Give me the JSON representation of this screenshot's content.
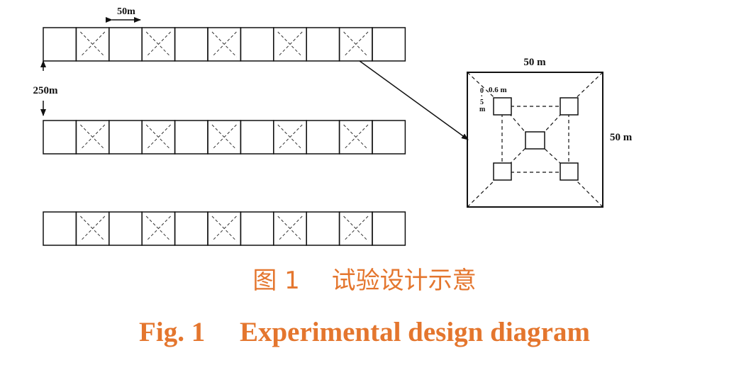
{
  "diagram": {
    "rows": 3,
    "cells_per_row": 11,
    "plot_positions": [
      1,
      3,
      5,
      7,
      9
    ],
    "cell_width_label": "50m",
    "row_spacing_label": "250m",
    "detail": {
      "width_label": "50 m",
      "height_label": "50 m",
      "quadrat_size_label": "0.6 m",
      "quadrat_offset_label": [
        "0",
        ".",
        "5",
        "m"
      ]
    }
  },
  "caption": {
    "cn": "图 1　 试验设计示意",
    "en": "Fig. 1　 Experimental design diagram"
  }
}
